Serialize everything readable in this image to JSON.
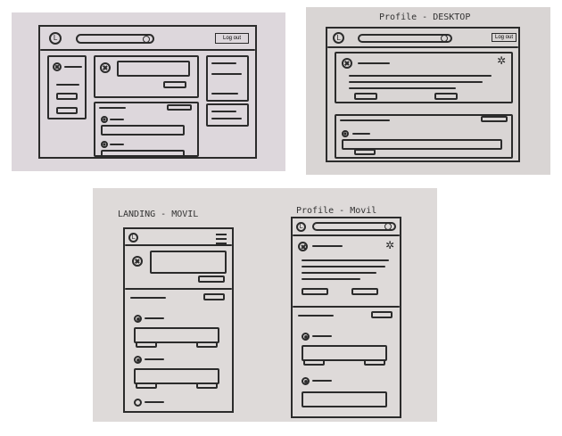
{
  "sketches": {
    "landing_desktop": {
      "logo": "L",
      "logout": "Log out"
    },
    "profile_desktop": {
      "title": "Profile - DESKTOP",
      "logo": "L",
      "logout": "Log out"
    },
    "landing_mobile": {
      "title": "LANDING - MOVIL",
      "logo": "L"
    },
    "profile_mobile": {
      "title": "Profile - Movil",
      "logo": "L"
    }
  },
  "colors": {
    "paper_top_left": "#ddd7dc",
    "paper_top_right": "#d9d5d4",
    "paper_bottom": "#dedad9",
    "ink": "#2b2b2b"
  }
}
